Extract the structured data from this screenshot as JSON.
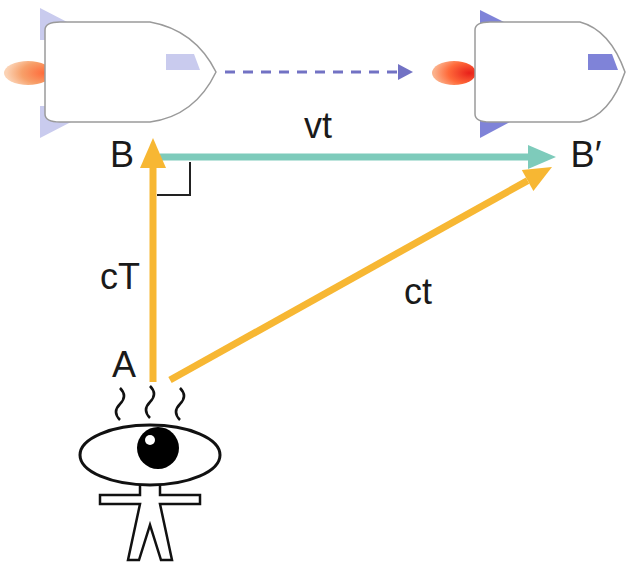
{
  "diagram": {
    "labels": [
      "B",
      "vt",
      "B′",
      "cT",
      "ct",
      "A"
    ]
  }
}
